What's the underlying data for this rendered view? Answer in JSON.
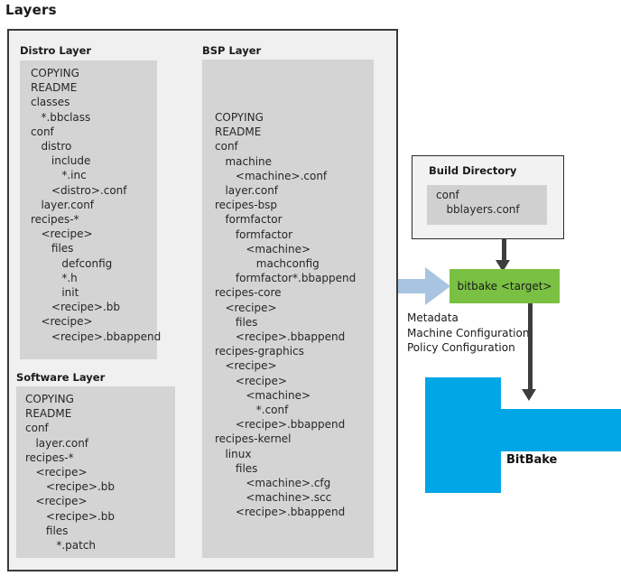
{
  "page": {
    "title": "Layers"
  },
  "colors": {
    "panel_gray": "#d4d4d4",
    "container_bg": "#f0f0f0",
    "container_border": "#3a3a3a",
    "bitbake_green": "#7ac043",
    "bitbake_blue": "#00a6e6",
    "arrow_blue": "#a8c4e0",
    "arrow_dark": "#3d3d3d"
  },
  "distro_layer": {
    "title": "Distro Layer",
    "tree": [
      "COPYING",
      "README",
      "classes",
      "   *.bbclass",
      "conf",
      "   distro",
      "      include",
      "         *.inc",
      "      <distro>.conf",
      "   layer.conf",
      "recipes-*",
      "   <recipe>",
      "      files",
      "         defconfig",
      "         *.h",
      "         init",
      "      <recipe>.bb",
      "   <recipe>",
      "      <recipe>.bbappend"
    ]
  },
  "bsp_layer": {
    "title": "BSP Layer",
    "tree": [
      "COPYING",
      "README",
      "conf",
      "   machine",
      "      <machine>.conf",
      "   layer.conf",
      "recipes-bsp",
      "   formfactor",
      "      formfactor",
      "         <machine>",
      "            machconfig",
      "      formfactor*.bbappend",
      "recipes-core",
      "   <recipe>",
      "      files",
      "      <recipe>.bbappend",
      "recipes-graphics",
      "   <recipe>",
      "      <recipe>",
      "         <machine>",
      "            *.conf",
      "      <recipe>.bbappend",
      "recipes-kernel",
      "   linux",
      "      files",
      "         <machine>.cfg",
      "         <machine>.scc",
      "      <recipe>.bbappend"
    ]
  },
  "software_layer": {
    "title": "Software Layer",
    "tree": [
      "COPYING",
      "README",
      "conf",
      "   layer.conf",
      "recipes-*",
      "   <recipe>",
      "      <recipe>.bb",
      "   <recipe>",
      "      <recipe>.bb",
      "      files",
      "         *.patch"
    ]
  },
  "build_directory": {
    "title": "Build Directory",
    "tree": [
      "conf",
      "   bblayers.conf"
    ]
  },
  "bitbake": {
    "command_label": "bitbake <target>",
    "shape_label": "BitBake"
  },
  "metadata": {
    "lines": [
      "Metadata",
      "Machine Configuration",
      "Policy Configuration"
    ]
  }
}
